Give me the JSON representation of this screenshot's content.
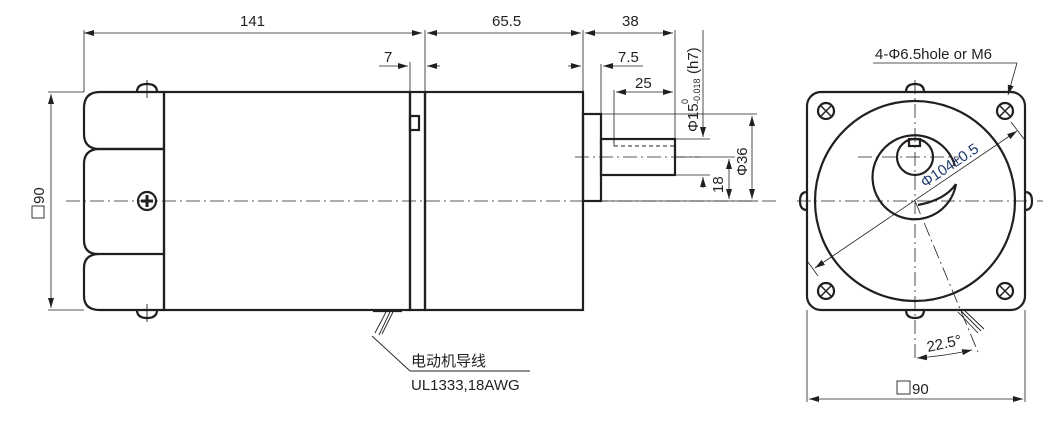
{
  "drawing": {
    "side_view": {
      "dim_motor_length": "141",
      "dim_flange_thickness": "7",
      "dim_gearbox_length": "65.5",
      "dim_shaft_total": "38",
      "dim_boss_length": "7.5",
      "dim_key_length": "25",
      "dim_shaft_diameter": "Φ15",
      "dim_shaft_tol_upper": "0",
      "dim_shaft_tol_lower": "-0.018",
      "dim_shaft_fit": "(h7)",
      "dim_shaft_offset": "18",
      "dim_boss_diameter": "Φ36",
      "dim_height": "90",
      "lead_wire_label": "电动机导线",
      "lead_wire_spec": "UL1333,18AWG"
    },
    "front_view": {
      "hole_callout": "4-Φ6.5hole or M6",
      "pcd_label": "Φ104±0.5",
      "angle_label": "22.5°",
      "dim_width": "90"
    }
  }
}
